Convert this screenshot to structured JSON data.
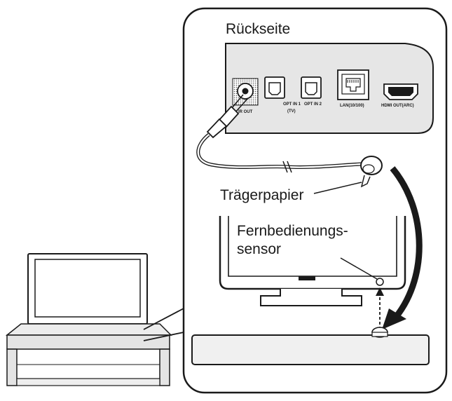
{
  "callout": {
    "title": "Rückseite"
  },
  "ports": {
    "ir_out": "IR OUT",
    "opt_in_1": "OPT IN 1",
    "opt_in_1_sub": "(TV)",
    "opt_in_2": "OPT IN 2",
    "lan": "LAN(10/100)",
    "hdmi_out": "HDMI OUT(ARC)"
  },
  "labels": {
    "carrier_paper": "Trägerpapier",
    "remote_sensor_line1": "Fernbedienungs-",
    "remote_sensor_line2": "sensor"
  },
  "colors": {
    "stroke": "#1a1a1a",
    "panel_fill": "#e6e6e6",
    "screen_fill": "#ffffff",
    "bar_fill": "#f0f0f0"
  }
}
